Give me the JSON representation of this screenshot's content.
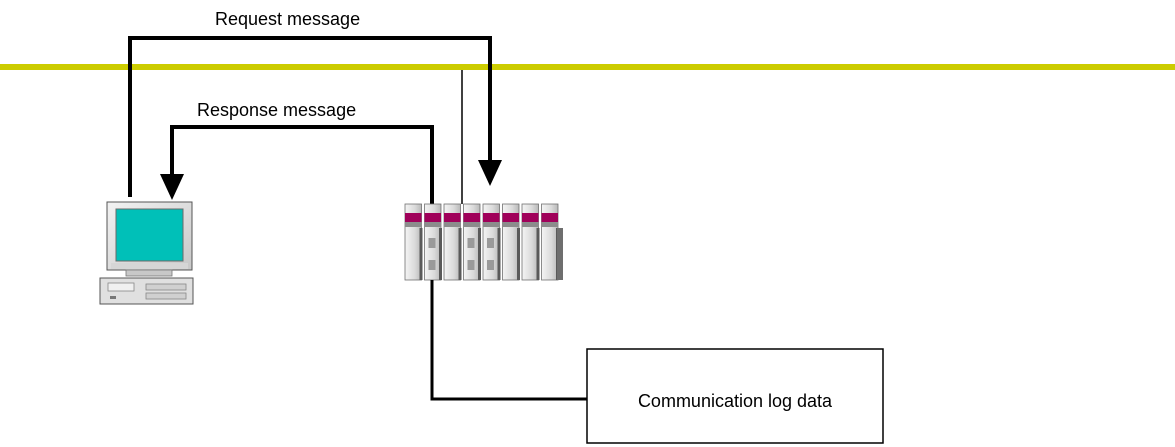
{
  "diagram": {
    "request_label": "Request message",
    "response_label": "Response message",
    "log_box_label": "Communication log data",
    "colors": {
      "network_bus": "#cccc00",
      "monitor_screen": "#00c0b8",
      "plc_accent": "#a0005a",
      "line": "#000000"
    }
  }
}
